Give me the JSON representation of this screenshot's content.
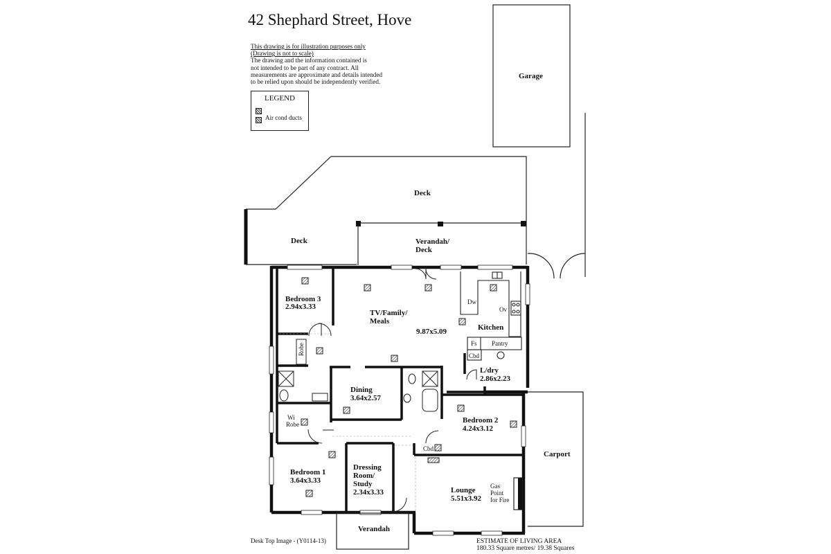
{
  "title": "42 Shephard Street, Hove",
  "disclaimer": {
    "line1": "This drawing is for illustration purposes only",
    "line2": "(Drawing is not to scale)",
    "line3": "The drawing and the information contained is",
    "line4": "not intended to be part of any contract.  All",
    "line5": "measurements are approximate and details intended",
    "line6": "to be relied upon should be independently verified."
  },
  "legend": {
    "title": "LEGEND",
    "item": "Air cond ducts"
  },
  "rooms": {
    "garage": "Garage",
    "deck_top": "Deck",
    "deck_left": "Deck",
    "verandah_deck_1": "Verandah/",
    "verandah_deck_2": "Deck",
    "bedroom3_name": "Bedroom 3",
    "bedroom3_size": "2.94x3.33",
    "robe": "Robe",
    "family_1": "TV/Family/",
    "family_2": "Meals",
    "family_size": "9.87x5.09",
    "kitchen": "Kitchen",
    "dw": "Dw",
    "ov": "Ov",
    "fs": "Fs",
    "pantry": "Pantry",
    "cbd_kitchen": "Cbd",
    "ldry_name": "L/dry",
    "ldry_size": "2.86x2.23",
    "dining_name": "Dining",
    "dining_size": "3.64x2.57",
    "wi_1": "Wi",
    "wi_2": "Robe",
    "bedroom2_name": "Bedroom 2",
    "bedroom2_size": "4.24x3.12",
    "cbd_hall": "Cbd",
    "carport": "Carport",
    "bedroom1_name": "Bedroom 1",
    "bedroom1_size": "3.64x3.33",
    "study_1": "Dressing",
    "study_2": "Room/",
    "study_3": "Study",
    "study_size": "2.34x3.33",
    "lounge_name": "Lounge",
    "lounge_size": "5.51x3.92",
    "gas_1": "Gas",
    "gas_2": "Point",
    "gas_3": "for Fire",
    "verandah": "Verandah"
  },
  "footer": {
    "image_ref": "Desk Top Image - (Y0114-13)",
    "estimate_title": "ESTIMATE OF LIVING AREA",
    "estimate_value": "180.33 Square metres/  19.38 Squares"
  }
}
